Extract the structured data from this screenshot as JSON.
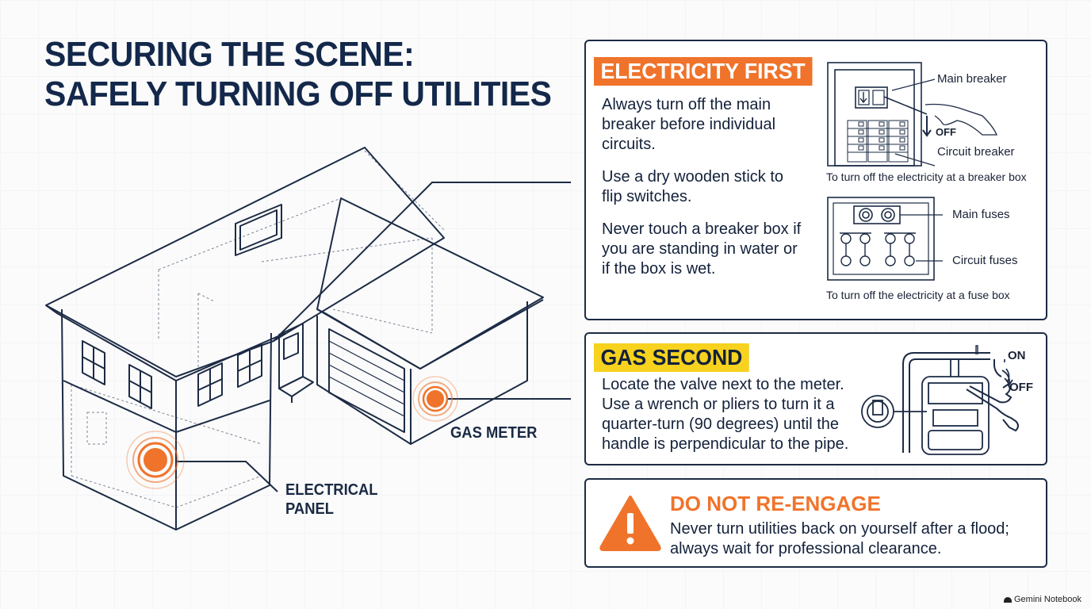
{
  "title": {
    "line1": "SECURING THE SCENE:",
    "line2": "SAFELY TURNING OFF UTILITIES"
  },
  "house": {
    "electrical_label_line1": "ELECTRICAL",
    "electrical_label_line2": "PANEL",
    "gas_label": "GAS METER",
    "accent_color": "#f0732b"
  },
  "electricity": {
    "badge": "ELECTRICITY FIRST",
    "badge_color": "#f0732b",
    "points": [
      "Always turn off the main breaker before individual circuits.",
      "Use a dry wooden stick to flip switches.",
      "Never touch a breaker box if you are standing in water or if the box is wet."
    ],
    "breaker_diagram": {
      "main_breaker": "Main breaker",
      "off": "OFF",
      "circuit_breaker": "Circuit breaker",
      "caption": "To turn off the electricity at a breaker box"
    },
    "fuse_diagram": {
      "main_fuses": "Main fuses",
      "circuit_fuses": "Circuit fuses",
      "caption": "To turn off the electricity at a fuse box"
    }
  },
  "gas": {
    "badge": "GAS SECOND",
    "badge_color": "#f7d21e",
    "text": "Locate the valve next to the meter. Use a wrench or pliers to turn it a quarter-turn (90 degrees) until the handle is perpendicular to the pipe.",
    "on": "ON",
    "off": "OFF"
  },
  "warning": {
    "title": "DO NOT RE-ENGAGE",
    "text": "Never turn utilities back on yourself after a flood; always wait for professional clearance.",
    "icon": "warning-triangle-icon"
  },
  "watermark": "Gemini Notebook"
}
